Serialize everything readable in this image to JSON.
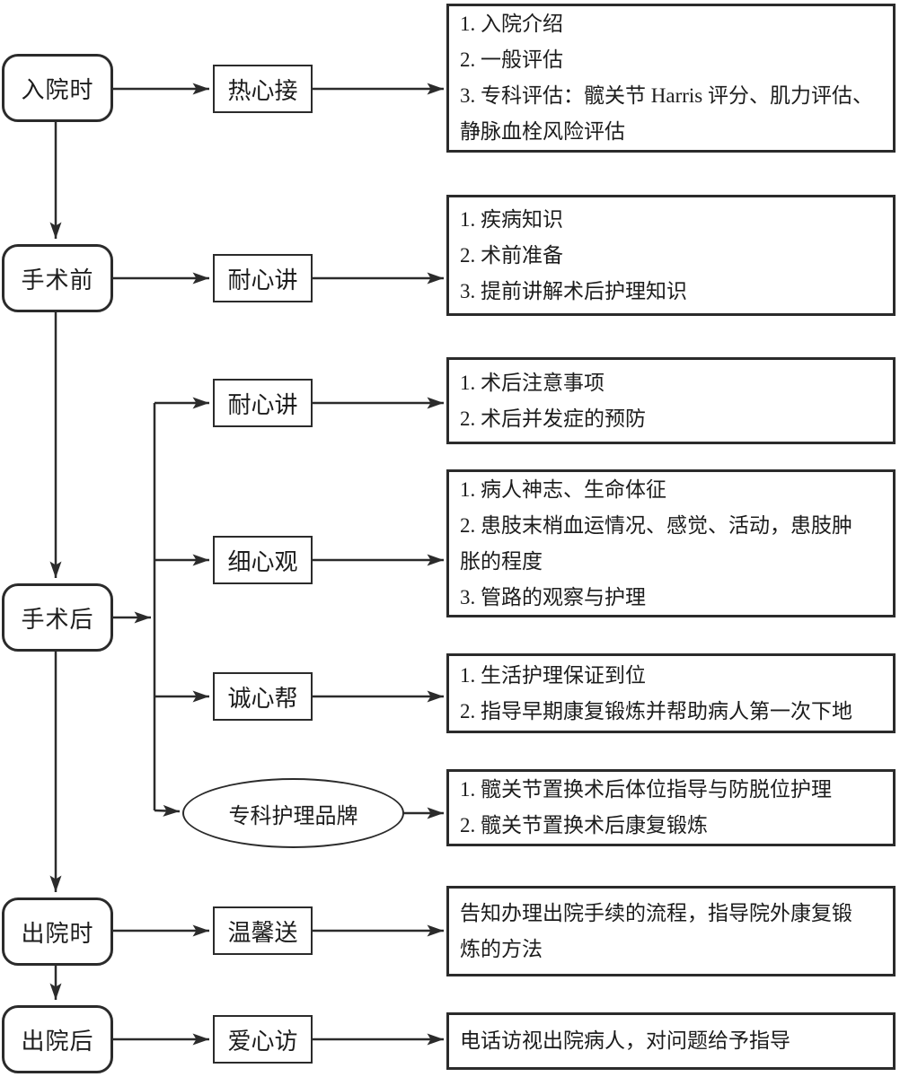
{
  "flowchart": {
    "colors": {
      "line": "#2b2b2b",
      "background": "#ffffff",
      "text": "#1c1c1c"
    },
    "stages": [
      {
        "label": "入院时"
      },
      {
        "label": "手术前"
      },
      {
        "label": "手术后"
      },
      {
        "label": "出院时"
      },
      {
        "label": "出院后"
      }
    ],
    "actions": [
      {
        "label": "热心接"
      },
      {
        "label": "耐心讲"
      },
      {
        "label": "耐心讲"
      },
      {
        "label": "细心观"
      },
      {
        "label": "诚心帮"
      },
      {
        "label": "温馨送"
      },
      {
        "label": "爱心访"
      }
    ],
    "brand": {
      "label": "专科护理品牌"
    },
    "details": [
      {
        "lines": [
          "1. 入院介绍",
          "2. 一般评估",
          "3. 专科评估：髋关节 Harris 评分、肌力评估、",
          "静脉血栓风险评估"
        ]
      },
      {
        "lines": [
          "1. 疾病知识",
          "2. 术前准备",
          "3. 提前讲解术后护理知识"
        ]
      },
      {
        "lines": [
          "1. 术后注意事项",
          "2. 术后并发症的预防"
        ]
      },
      {
        "lines": [
          "1. 病人神志、生命体征",
          "2. 患肢末梢血运情况、感觉、活动，患肢肿",
          "胀的程度",
          "3. 管路的观察与护理"
        ]
      },
      {
        "lines": [
          "1. 生活护理保证到位",
          "2. 指导早期康复锻炼并帮助病人第一次下地"
        ]
      },
      {
        "lines": [
          "1. 髋关节置换术后体位指导与防脱位护理",
          "2. 髋关节置换术后康复锻炼"
        ]
      },
      {
        "lines": [
          "告知办理出院手续的流程，指导院外康复锻",
          "炼的方法"
        ]
      },
      {
        "lines": [
          "电话访视出院病人，对问题给予指导"
        ]
      }
    ]
  }
}
